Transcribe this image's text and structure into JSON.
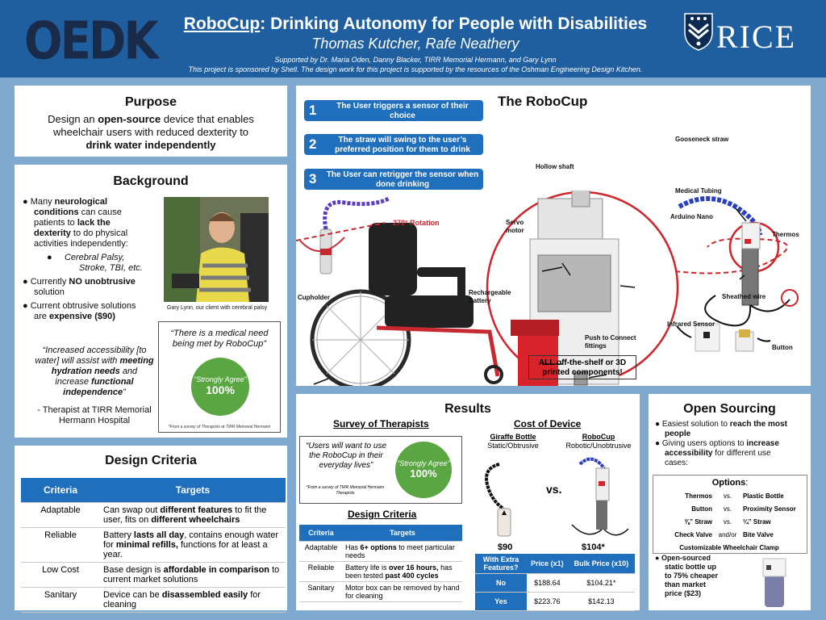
{
  "header": {
    "logo_left": "OEDK",
    "title_main": "RoboCup",
    "title_rest": ": Drinking Autonomy for People with Disabilities",
    "authors": "Thomas Kutcher, Rafe Neathery",
    "supported": "Supported by Dr. Maria Oden, Danny Blacker, TIRR Memorial Hermann, and Gary Lynn",
    "sponsored": "This project is sponsored by Shell. The design work for this project is supported by the resources of the Oshman Engineering Design Kitchen.",
    "logo_right": "RICE"
  },
  "purpose": {
    "title": "Purpose",
    "l1a": "Design an ",
    "l1b": "open-source",
    "l1c": " device that enables",
    "l2": "wheelchair users with reduced dexterity to",
    "l3": "drink water independently"
  },
  "background": {
    "title": "Background",
    "b1": [
      "Many ",
      "neurological",
      "conditions",
      " can cause",
      "patients to ",
      "lack the",
      "dexterity",
      " to do physical",
      "activities independently:"
    ],
    "sub": [
      "Cerebral Palsy,",
      "Stroke, TBI, etc."
    ],
    "b2": [
      "Currently ",
      "NO unobtrusive",
      "solution"
    ],
    "b3": [
      "Current obtrusive solutions",
      "are ",
      "expensive ($90)"
    ],
    "quote": [
      "“Increased accessibility [to",
      "water] will assist with ",
      "meeting",
      "hydration needs",
      " and",
      "increase ",
      "functional",
      "independence",
      "”"
    ],
    "attrib": [
      "-  Therapist at TIRR Memorial",
      "Hermann Hospital"
    ],
    "photo_caption": "Gary Lynn, our client with cerebral palsy",
    "need_quote": "“There is a medical need being met by RoboCup”",
    "agree_label": "“Strongly Agree”",
    "agree_value": "100%",
    "survey_note": "*From a survey of Therapists at TIRR Memorial Hermann"
  },
  "design_criteria": {
    "title": "Design Criteria",
    "headers": [
      "Criteria",
      "Targets"
    ],
    "rows": [
      {
        "c": "Adaptable",
        "t": [
          "Can swap out ",
          "different features",
          " to fit the user, fits on ",
          "different wheelchairs",
          ""
        ]
      },
      {
        "c": "Reliable",
        "t": [
          "Battery ",
          "lasts all day",
          ", contains enough water for ",
          "minimal refills,",
          " functions for at least a year."
        ]
      },
      {
        "c": "Low Cost",
        "t": [
          "Base design is ",
          "affordable in comparison",
          " to current market solutions",
          "",
          ""
        ]
      },
      {
        "c": "Sanitary",
        "t": [
          "Device can be ",
          "disassembled easily",
          " for cleaning",
          "",
          ""
        ]
      }
    ]
  },
  "robocup": {
    "title": "The RoboCup",
    "steps": [
      {
        "n": "1",
        "t": "The User triggers a sensor of their choice"
      },
      {
        "n": "2",
        "t": "The straw will swing to the user’s preferred position for them to drink"
      },
      {
        "n": "3",
        "t": "The User can retrigger the sensor when done drinking"
      }
    ],
    "rotation": "270° Rotation",
    "labels": {
      "hollow": "Hollow shaft",
      "servo": "Servo motor",
      "battery": "Rechargeable Battery",
      "cupholder": "Cupholder",
      "arduino": "Arduino Nano",
      "push": "Push to Connect fittings",
      "gooseneck": "Gooseneck straw",
      "tubing": "Medical Tubing",
      "thermos": "Thermos",
      "sheathed": "Sheathed wire",
      "infrared": "Infrared Sensor",
      "button": "Button"
    },
    "note": "ALL off-the-shelf or 3D printed components!"
  },
  "results": {
    "title": "Results",
    "survey_title": "Survey of Therapists",
    "survey_quote": "“Users will want to use the RoboCup in their everyday lives”",
    "survey_note": "*From a survey of TIRR Memorial Hermann Therapists",
    "agree_label": "“Strongly Agree”",
    "agree_value": "100%",
    "dc_title": "Design Criteria",
    "dc_headers": [
      "Criteria",
      "Targets"
    ],
    "dc_rows": [
      {
        "c": "Adaptable",
        "t": [
          "Has ",
          "6+ options",
          " to meet particular needs",
          "",
          ""
        ]
      },
      {
        "c": "Reliable",
        "t": [
          "Battery life is ",
          "over 16 hours,",
          " has been tested ",
          "past 400 cycles",
          ""
        ]
      },
      {
        "c": "Sanitary",
        "t": [
          "Motor box can be removed by hand for cleaning",
          "",
          "",
          "",
          ""
        ]
      }
    ],
    "cost_title": "Cost of Device",
    "giraffe_name": "Giraffe Bottle",
    "giraffe_desc": "Static/Obtrusive",
    "robocup_name": "RoboCup",
    "robocup_desc": "Robotic/Unobtrusive",
    "vs": "vs.",
    "giraffe_price": "$90",
    "robocup_price": "$104*",
    "price_headers": [
      "With Extra Features?",
      "Price (x1)",
      "Bulk Price (x10)"
    ],
    "price_rows": [
      {
        "label": "No",
        "p1": "$188.64",
        "p10": "$104.21*"
      },
      {
        "label": "Yes",
        "p1": "$223.76",
        "p10": "$142.13"
      }
    ]
  },
  "open_sourcing": {
    "title": "Open Sourcing",
    "b1": [
      "Easiest solution to ",
      "reach the most",
      "people"
    ],
    "b2": [
      "Giving users options to ",
      "increase",
      "accessibility",
      " for different use",
      "cases:"
    ],
    "options_title": "Options",
    "options_colon": ":",
    "options": [
      {
        "a": "Thermos",
        "op": "vs.",
        "b": "Plastic Bottle"
      },
      {
        "a": "Button",
        "op": "vs.",
        "b": "Proximity Sensor"
      },
      {
        "a": "⅜” Straw",
        "op": "vs.",
        "b": "¼” Straw"
      },
      {
        "a": "Check Valve",
        "op": "and/or",
        "b": "Bite Valve"
      }
    ],
    "options_last": "Customizable Wheelchair Clamp",
    "b3": [
      "Open-sourced",
      "static bottle up",
      "to 75% cheaper",
      "than market",
      "price ($23)"
    ]
  },
  "colors": {
    "header": "#1f5fa0",
    "accent": "#1f6fbd",
    "green": "#5aa643",
    "background": "#7fa9cf"
  }
}
